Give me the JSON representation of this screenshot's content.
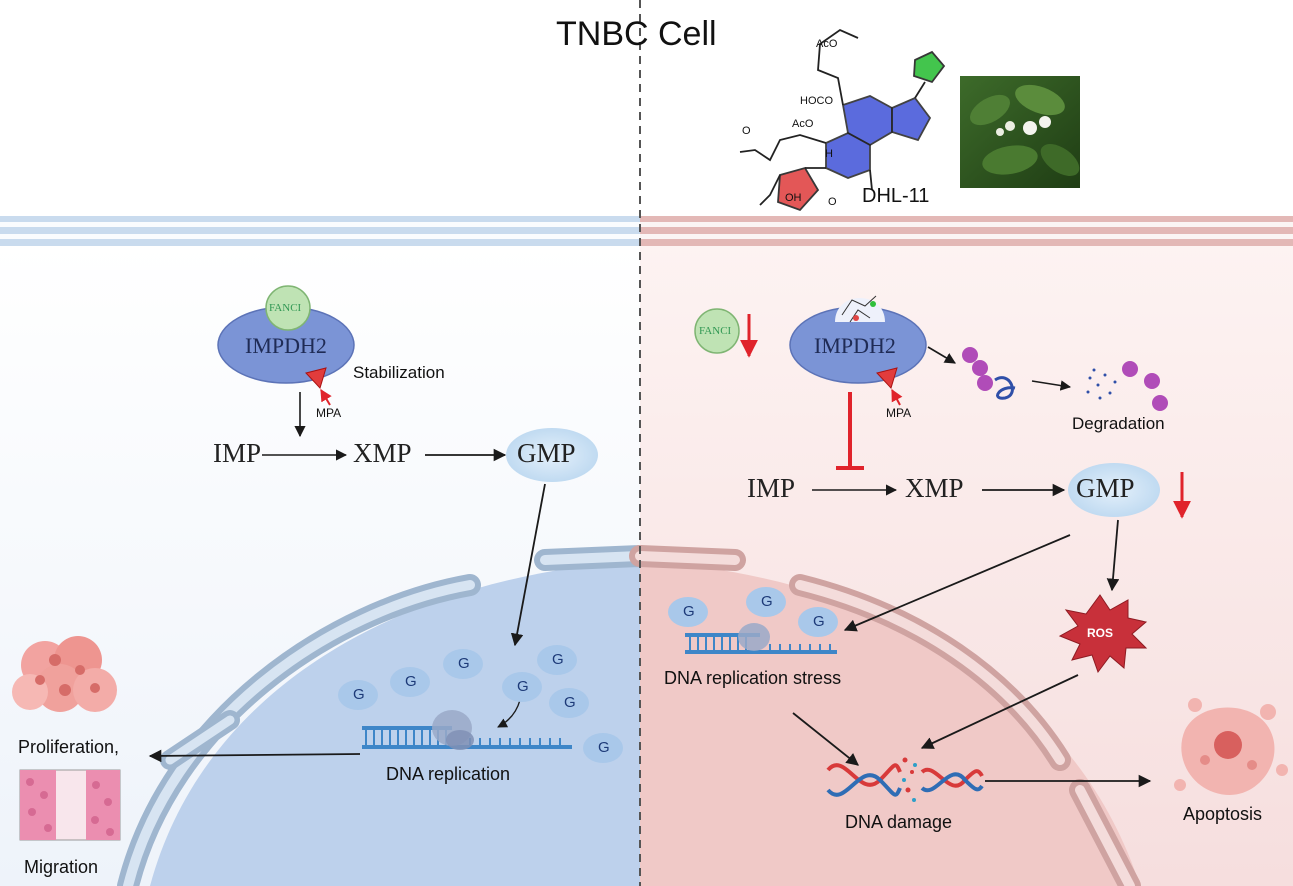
{
  "title": "TNBC Cell",
  "compound": {
    "name": "DHL-11",
    "structure_labels": [
      "AcO",
      "HOCO",
      "AcO",
      "H",
      "OH",
      "O",
      "O"
    ]
  },
  "left": {
    "enzyme": "IMPDH2",
    "partner": "FANCI",
    "stabilization": "Stabilization",
    "inhibitor": "MPA",
    "pathway": [
      "IMP",
      "XMP",
      "GMP"
    ],
    "g_label": "G",
    "dna_label": "DNA replication",
    "outcome_1": "Proliferation,",
    "outcome_2": "Migration"
  },
  "right": {
    "enzyme": "IMPDH2",
    "partner": "FANCI",
    "inhibitor": "MPA",
    "degradation": "Degradation",
    "pathway": [
      "IMP",
      "XMP",
      "GMP"
    ],
    "g_label": "G",
    "stress_label": "DNA replication stress",
    "ros": "ROS",
    "damage_label": "DNA damage",
    "apoptosis": "Apoptosis"
  },
  "colors": {
    "left_bg": "#dde8f5",
    "right_bg": "#f6dcdb",
    "enzyme_fill": "#7b94d6",
    "fanci_fill": "#bfe3b4",
    "gmp_fill": "#bcd8f0",
    "g_fill": "#a9c8ea",
    "inhibit_red": "#e0232b",
    "ros_fill": "#c8303a"
  }
}
